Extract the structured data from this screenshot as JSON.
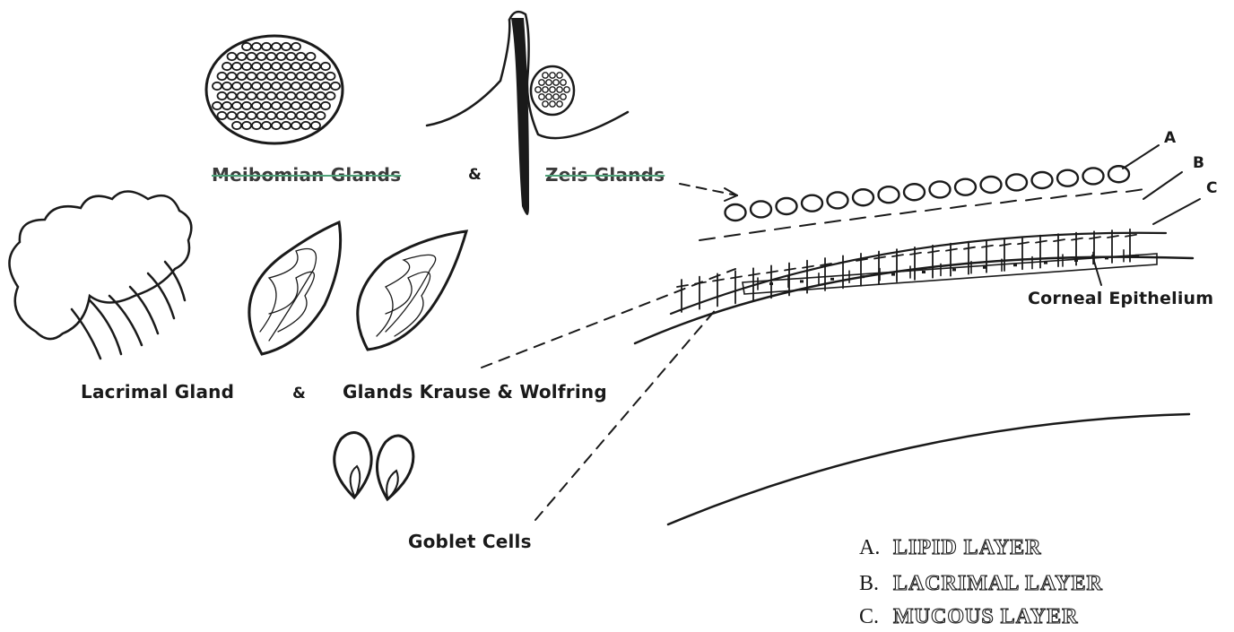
{
  "labels": {
    "meibomian": "Meibomian Glands",
    "amp1": "&",
    "zeis": "Zeis Glands",
    "lacrimal_gland": "Lacrimal Gland",
    "amp2": "&",
    "krause_wolfring": "Glands Krause & Wolfring",
    "goblet": "Goblet Cells",
    "corneal": "Corneal Epithelium",
    "marker_a": "A",
    "marker_b": "B",
    "marker_c": "C"
  },
  "legend": [
    {
      "letter": "A.",
      "name": "LIPID LAYER"
    },
    {
      "letter": "B.",
      "name": "LACRIMAL LAYER"
    },
    {
      "letter": "C.",
      "name": "MUCOUS LAYER"
    }
  ],
  "colors": {
    "ink": "#1a1a1a",
    "highlight": "#4fa37a"
  }
}
